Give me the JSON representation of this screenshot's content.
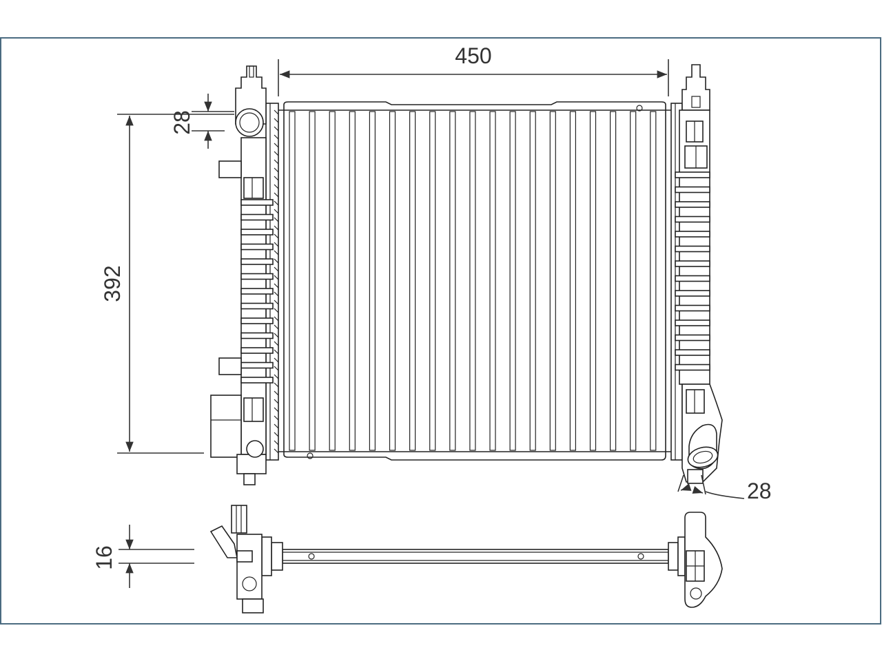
{
  "colors": {
    "frame": "#4a6b80",
    "line": "#222222",
    "background": "#ffffff"
  },
  "dimensions": {
    "width": "450",
    "height": "392",
    "top_left_offset": "28",
    "outlet_diameter": "28",
    "thickness": "16"
  }
}
